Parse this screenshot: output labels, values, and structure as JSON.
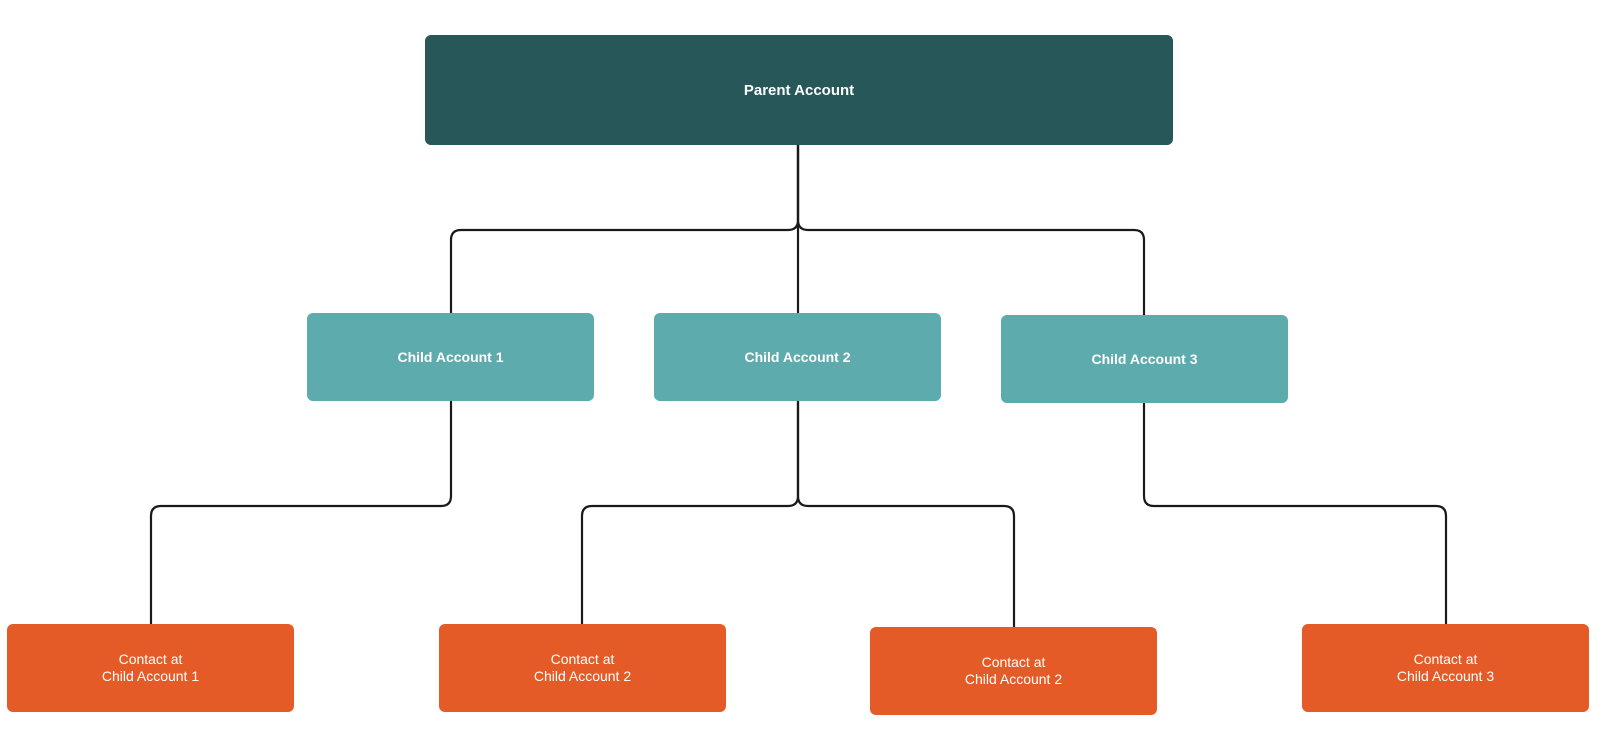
{
  "colors": {
    "parent": "#28575a",
    "child": "#5eabae",
    "contact": "#e55b27",
    "connector": "#1a1a1a"
  },
  "nodes": {
    "parent": {
      "label": "Parent Account"
    },
    "children": [
      {
        "label": "Child Account 1"
      },
      {
        "label": "Child Account 2"
      },
      {
        "label": "Child Account 3"
      }
    ],
    "contacts": [
      {
        "line1": "Contact at",
        "line2": "Child Account 1",
        "parent": "Child Account 1"
      },
      {
        "line1": "Contact at",
        "line2": "Child Account 2",
        "parent": "Child Account 2"
      },
      {
        "line1": "Contact at",
        "line2": "Child Account 2",
        "parent": "Child Account 2"
      },
      {
        "line1": "Contact at",
        "line2": "Child Account 3",
        "parent": "Child Account 3"
      }
    ]
  }
}
